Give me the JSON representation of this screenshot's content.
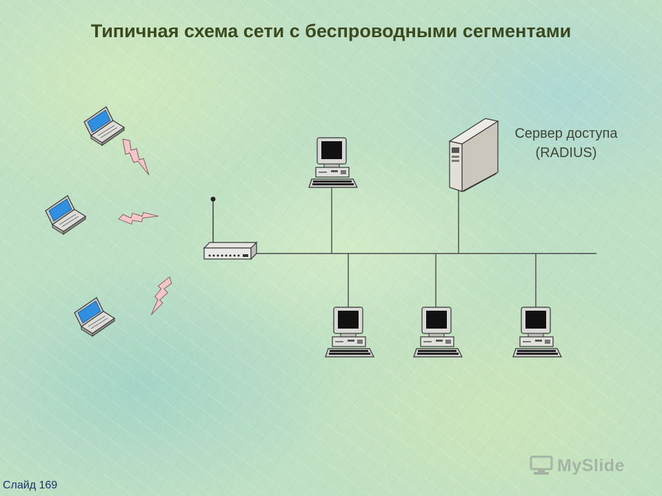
{
  "title": "Типичная схема сети с беспроводными сегментами",
  "server_label": "Сервер доступа\n(RADIUS)",
  "slide_number": "Слайд 169",
  "watermark": "MySlide",
  "nodes": [
    {
      "id": "laptop-1",
      "kind": "laptop"
    },
    {
      "id": "laptop-2",
      "kind": "laptop"
    },
    {
      "id": "laptop-3",
      "kind": "laptop"
    },
    {
      "id": "access-point",
      "kind": "wireless-access-point"
    },
    {
      "id": "workstation-top",
      "kind": "desktop-computer"
    },
    {
      "id": "radius-server",
      "kind": "server"
    },
    {
      "id": "workstation-1",
      "kind": "desktop-computer"
    },
    {
      "id": "workstation-2",
      "kind": "desktop-computer"
    },
    {
      "id": "workstation-3",
      "kind": "desktop-computer"
    }
  ],
  "links": [
    {
      "from": "laptop-1",
      "to": "access-point",
      "type": "wireless"
    },
    {
      "from": "laptop-2",
      "to": "access-point",
      "type": "wireless"
    },
    {
      "from": "laptop-3",
      "to": "access-point",
      "type": "wireless"
    },
    {
      "from": "access-point",
      "to": "network-bus",
      "type": "wired"
    },
    {
      "from": "workstation-top",
      "to": "network-bus",
      "type": "wired"
    },
    {
      "from": "radius-server",
      "to": "network-bus",
      "type": "wired"
    },
    {
      "from": "workstation-1",
      "to": "network-bus",
      "type": "wired"
    },
    {
      "from": "workstation-2",
      "to": "network-bus",
      "type": "wired"
    },
    {
      "from": "workstation-3",
      "to": "network-bus",
      "type": "wired"
    }
  ],
  "colors": {
    "title": "#3b4a1e",
    "line": "#4a4a4a",
    "lightning": "#f4c6c9",
    "laptop_screen": "#2f8fe0",
    "device_body": "#d9d9d6"
  }
}
